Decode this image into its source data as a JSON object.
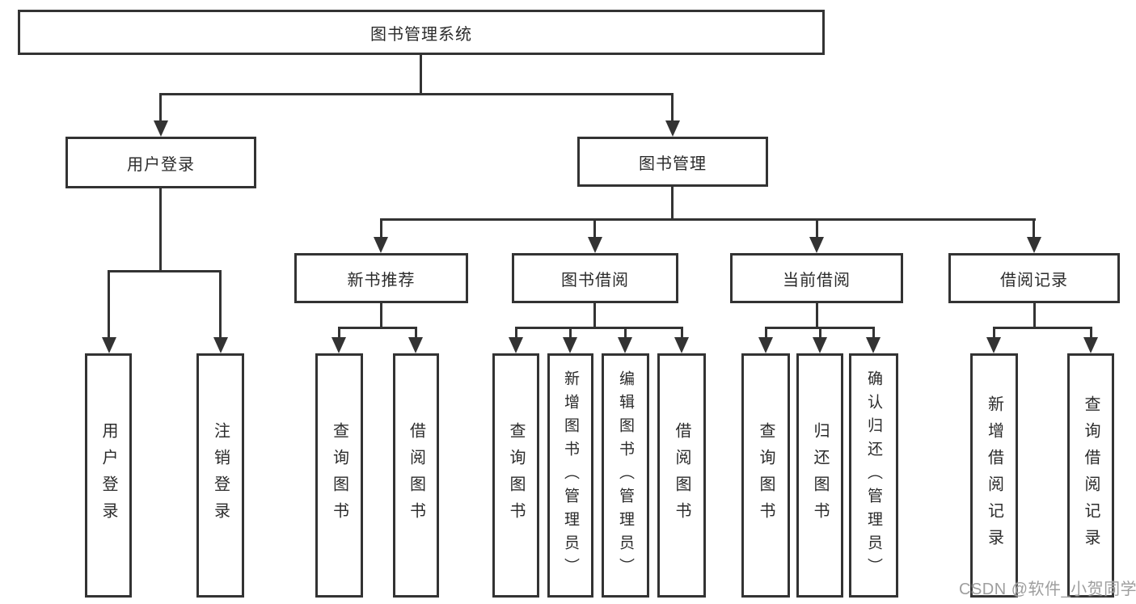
{
  "colors": {
    "line": "#333333",
    "text": "#2b2b2b",
    "background": "#ffffff",
    "watermark": "#9e9e9e"
  },
  "nodes": {
    "root": {
      "label": "图书管理系统"
    },
    "user_login": {
      "label": "用户登录",
      "children": {
        "login": {
          "label": "用户登录"
        },
        "logout": {
          "label": "注销登录"
        }
      }
    },
    "book_management": {
      "label": "图书管理",
      "children": {
        "new_book_recommend": {
          "label": "新书推荐",
          "children": {
            "query_books": {
              "label": "查询图书"
            },
            "borrow_books": {
              "label": "借阅图书"
            }
          }
        },
        "book_borrowing": {
          "label": "图书借阅",
          "children": {
            "query_books": {
              "label": "查询图书"
            },
            "add_books": {
              "label": "新增图书（管理员）"
            },
            "edit_books": {
              "label": "编辑图书（管理员）"
            },
            "borrow_books": {
              "label": "借阅图书"
            }
          }
        },
        "current_borrowing": {
          "label": "当前借阅",
          "children": {
            "query_books": {
              "label": "查询图书"
            },
            "return_books": {
              "label": "归还图书"
            },
            "confirm_return": {
              "label": "确认归还（管理员）"
            }
          }
        },
        "borrowing_records": {
          "label": "借阅记录",
          "children": {
            "add_record": {
              "label": "新增借阅记录"
            },
            "query_record": {
              "label": "查询借阅记录"
            }
          }
        }
      }
    }
  },
  "watermark": {
    "text": "CSDN @软件_小贺同学"
  }
}
